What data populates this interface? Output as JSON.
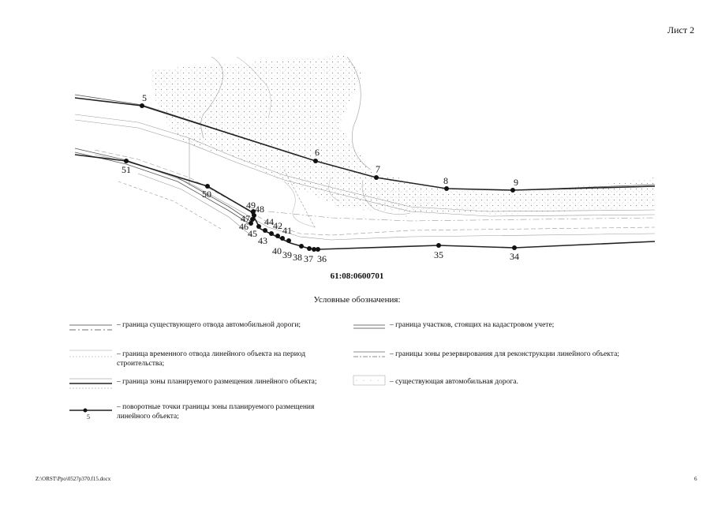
{
  "sheet_label": "Лист 2",
  "parcel_code": "61:08:0600701",
  "legend_title": "Условные обозначения:",
  "legend": [
    {
      "id": "existing_allotment",
      "text": "– граница существующего отвода автомобильной дороги;"
    },
    {
      "id": "temp_allotment",
      "text": "– граница временного отвода линейного объекта на период строительства;"
    },
    {
      "id": "planned_zone",
      "text": "– граница зоны планируемого размещения линейного объекта;"
    },
    {
      "id": "turning_points",
      "text": "– поворотные точки границы зоны планируемого размещения линейного объекта;",
      "sample_label": "5"
    },
    {
      "id": "registered_parcels",
      "text": "– граница участков, стоящих на кадастровом учете;"
    },
    {
      "id": "reserve_zone",
      "text": "– границы зоны резервирования для реконструкции линейного объекта;"
    },
    {
      "id": "existing_road",
      "text": "– существующая автомобильная дорога."
    }
  ],
  "points": [
    "5",
    "6",
    "7",
    "8",
    "9",
    "51",
    "50",
    "49",
    "48",
    "47",
    "46",
    "45",
    "44",
    "42",
    "41",
    "43",
    "40",
    "39",
    "38",
    "37",
    "36",
    "35",
    "34"
  ],
  "footer_path": "Z:\\ORST\\Ppo\\0527p370.f15.docx",
  "page_number": "6"
}
